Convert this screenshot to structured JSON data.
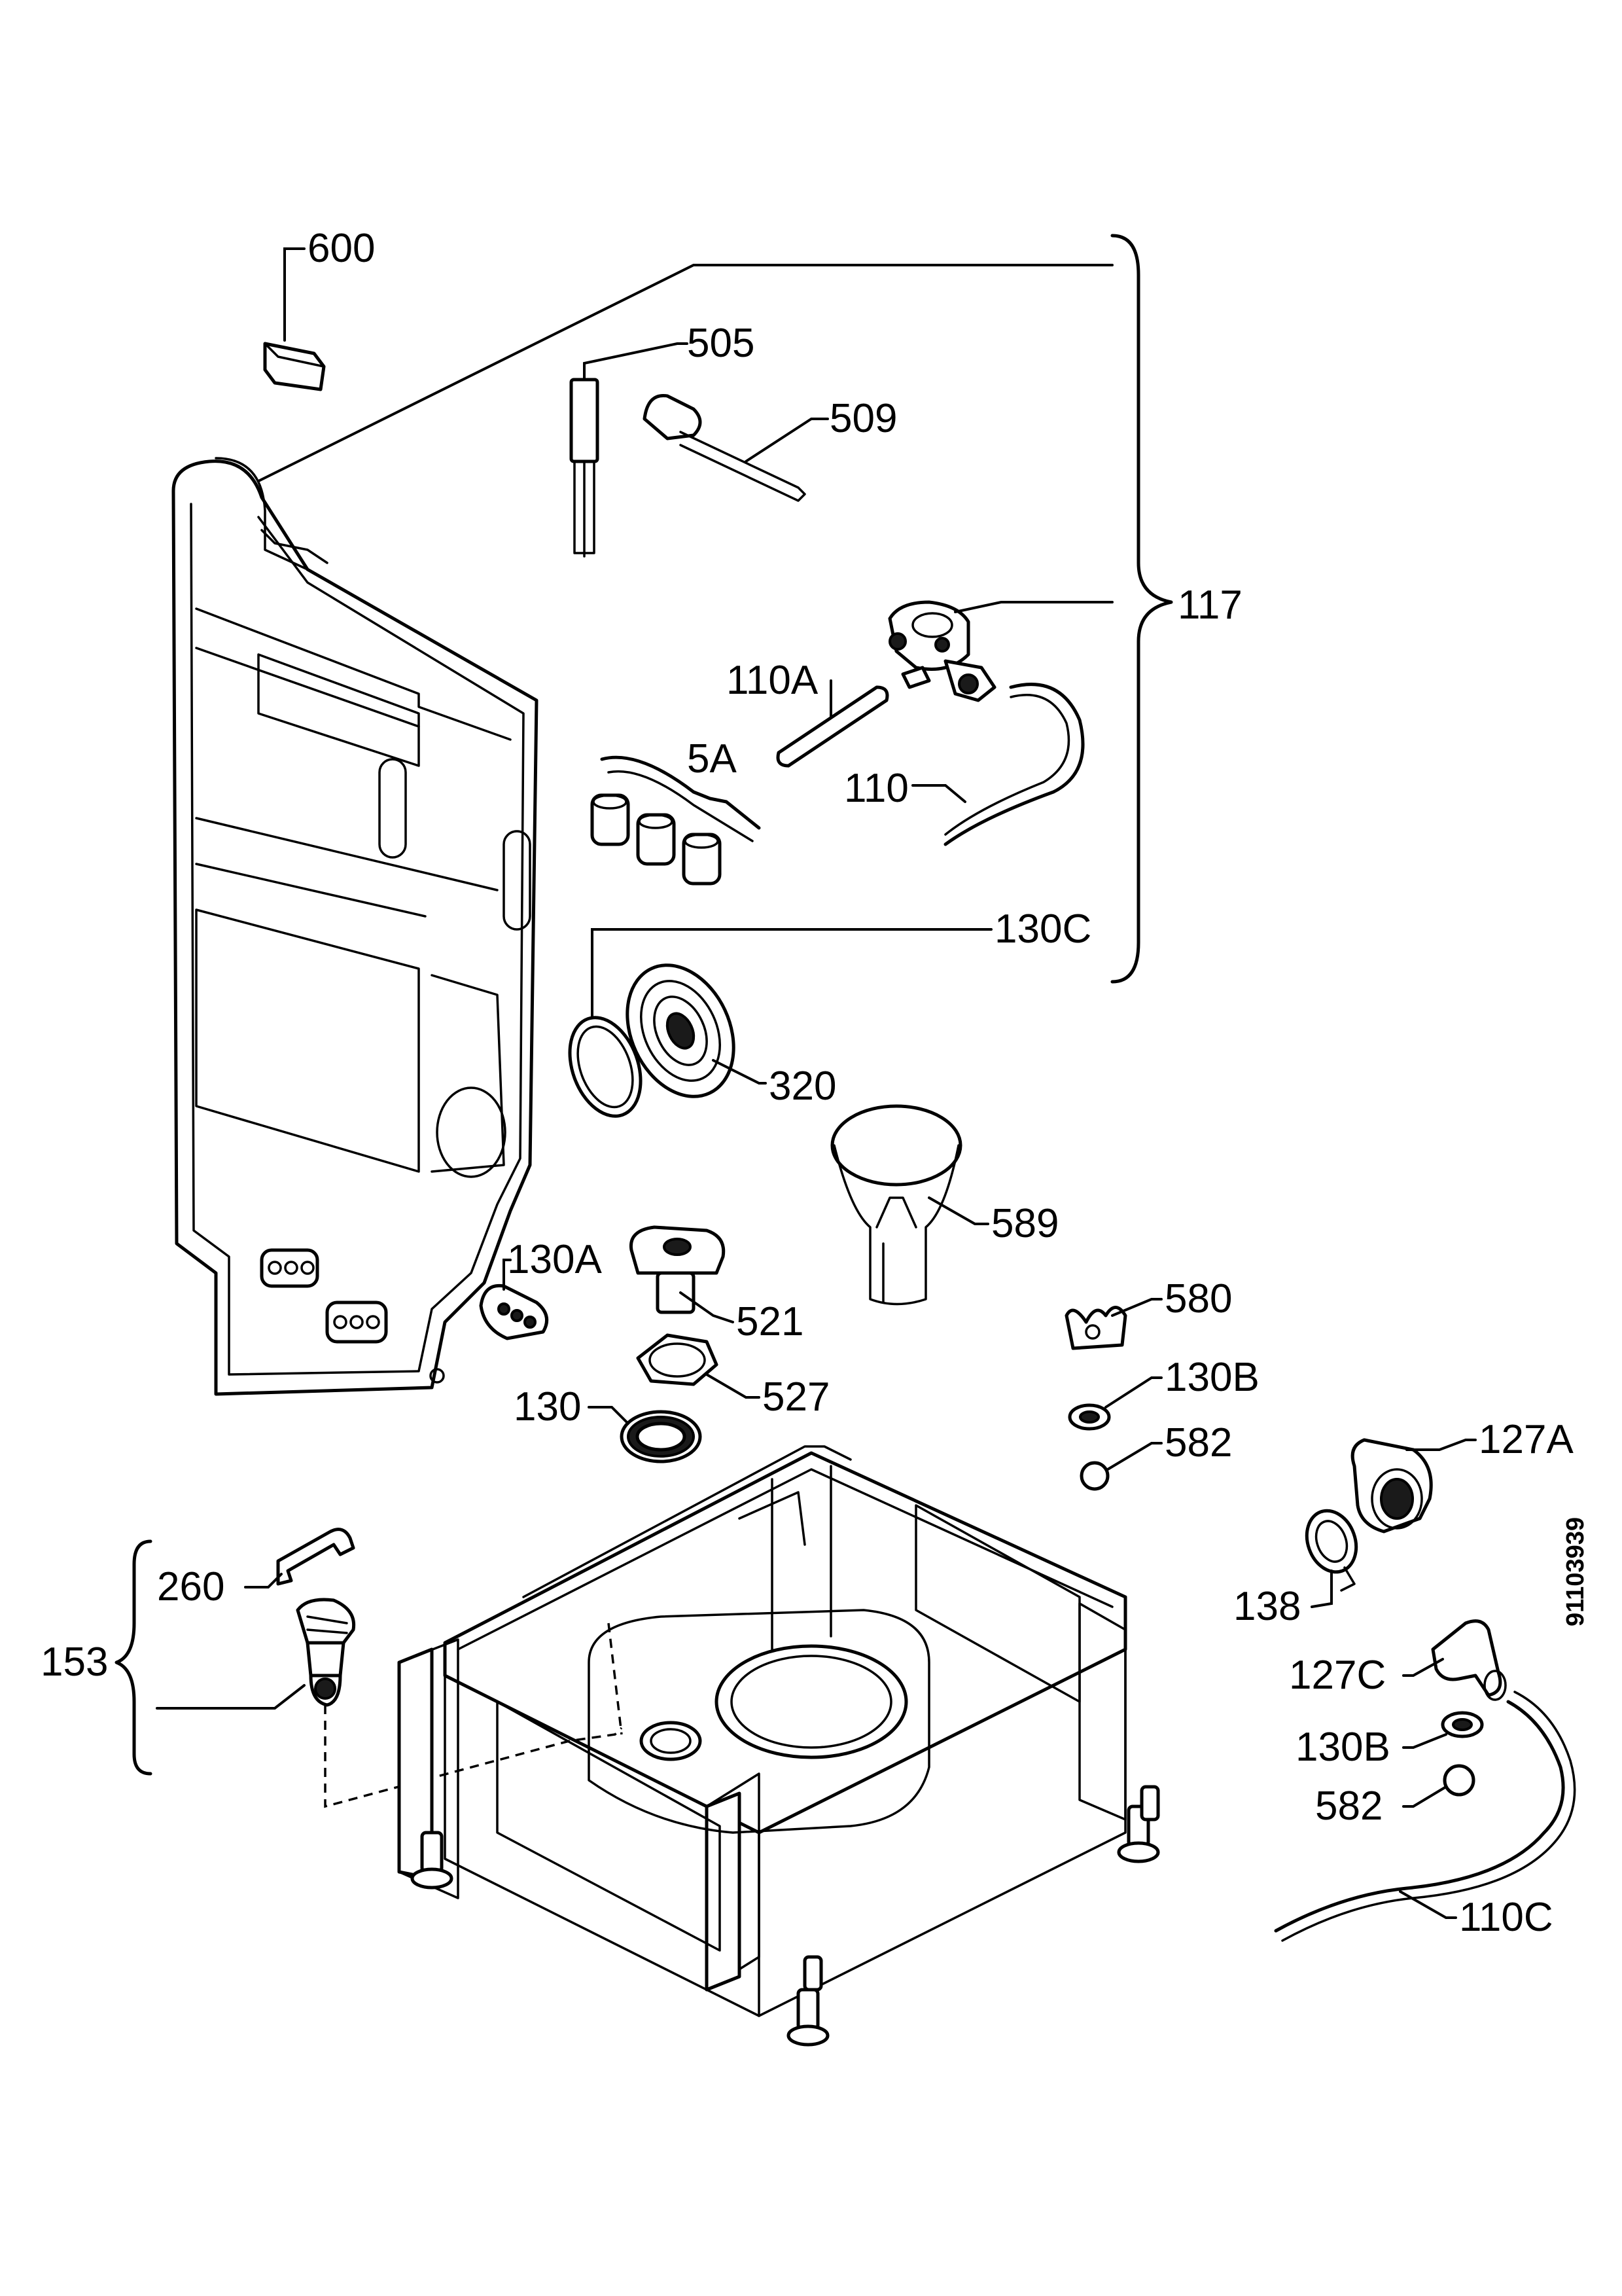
{
  "diagram": {
    "labels": {
      "600": "600",
      "505": "505",
      "509": "509",
      "117": "117",
      "110A": "110A",
      "5A": "5A",
      "110": "110",
      "130C": "130C",
      "320": "320",
      "589": "589",
      "130A": "130A",
      "521": "521",
      "580": "580",
      "527": "527",
      "130B_top": "130B",
      "130": "130",
      "582_top": "582",
      "127A": "127A",
      "260": "260",
      "153": "153",
      "138": "138",
      "127C": "127C",
      "130B_bottom": "130B",
      "582_bottom": "582",
      "110C": "110C"
    },
    "drawing_code": "91103939"
  }
}
